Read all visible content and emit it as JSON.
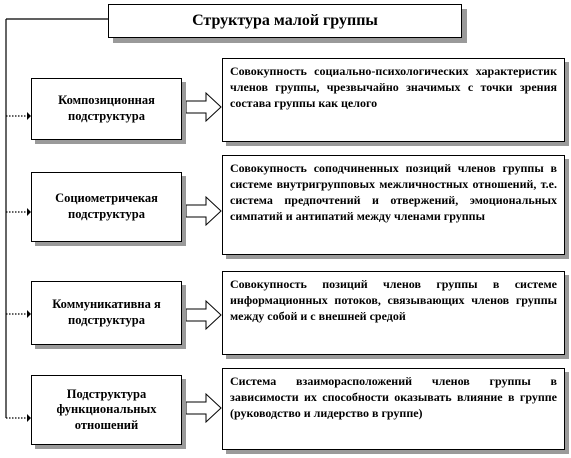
{
  "title": "Структура малой группы",
  "rows": [
    {
      "label": "Композиционная подструктура",
      "description": "Совокупность социально-психологических характеристик членов группы, чрезвычайно значимых с точки зрения состава группы как целого"
    },
    {
      "label": "Социометричекая подструктура",
      "description": "Совокупность соподчиненных позиций членов группы в системе внутригрупповых межличностных отношений, т.е. система предпочтений и отвержений, эмоциональных симпатий и антипатий между членами группы"
    },
    {
      "label": "Коммуникативна я подструктура",
      "description": "Совокупность позиций членов группы в системе информационных потоков, связывающих членов группы между собой и с внешней средой"
    },
    {
      "label": "Подструктура функциональных отношений",
      "description": "Система взаиморасположений членов группы в зависимости их способности оказывать влияние в группе (руководство и лидерство в группе)"
    }
  ]
}
